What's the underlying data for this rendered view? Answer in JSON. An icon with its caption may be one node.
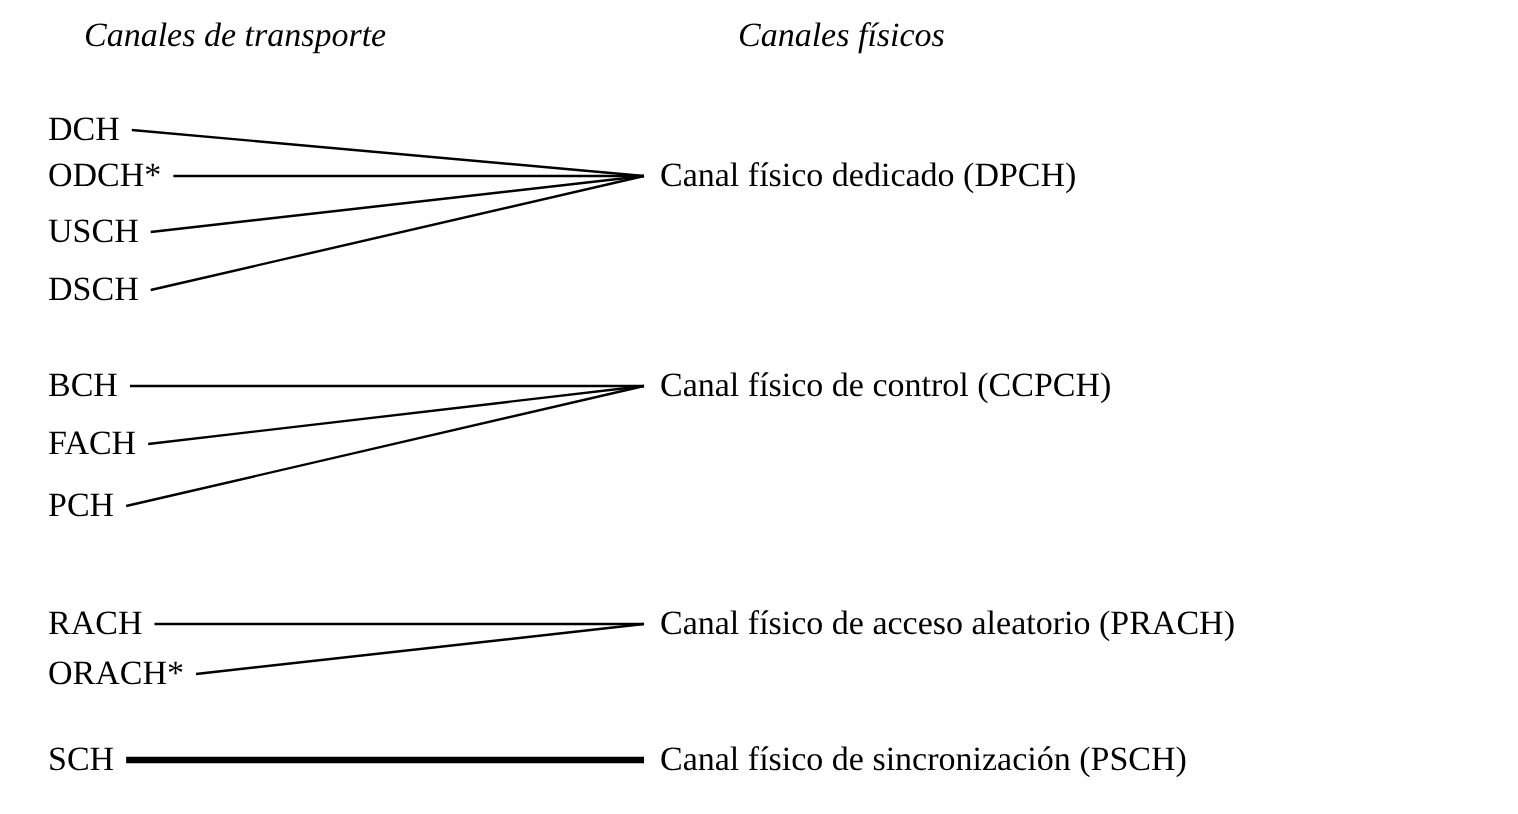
{
  "diagram": {
    "nodes": [
      {
        "text": [
          "DCH"
        ]
      },
      {
        "text": [
          "ODCH*"
        ]
      },
      {
        "text": [
          "USCH"
        ]
      },
      {
        "text": [
          "DSCH"
        ]
      },
      {
        "text": [
          "BCH"
        ]
      },
      {
        "text": [
          "FACH"
        ]
      },
      {
        "text": [
          "PCH"
        ]
      },
      {
        "text": [
          "RACH"
        ]
      },
      {
        "text": [
          "ORACH*"
        ]
      },
      {
        "text": [
          "SCH"
        ]
      },
      {
        "text": [
          "Canal físico dedicado (DPCH)"
        ]
      },
      {
        "text": [
          "Canal físico de control (CCPCH)"
        ]
      },
      {
        "text": [
          "Canal físico de acceso aleatorio (PRACH)"
        ]
      },
      {
        "text": [
          "Canal físico de sincronización (PSCH)"
        ]
      }
    ],
    "edges": [
      {
        "from": 0,
        "to": 10,
        "arrow": "none"
      },
      {
        "from": 1,
        "to": 10,
        "arrow": "none"
      },
      {
        "from": 2,
        "to": 10,
        "arrow": "none"
      },
      {
        "from": 3,
        "to": 10,
        "arrow": "none"
      },
      {
        "from": 4,
        "to": 11,
        "arrow": "none"
      },
      {
        "from": 5,
        "to": 11,
        "arrow": "none"
      },
      {
        "from": 6,
        "to": 11,
        "arrow": "none"
      },
      {
        "from": 7,
        "to": 12,
        "arrow": "none"
      },
      {
        "from": 8,
        "to": 12,
        "arrow": "none"
      },
      {
        "from": 9,
        "to": 13,
        "arrow": "none",
        "style": "thick"
      }
    ],
    "labels": [
      "Canales de transporte",
      "Canales físicos"
    ]
  }
}
